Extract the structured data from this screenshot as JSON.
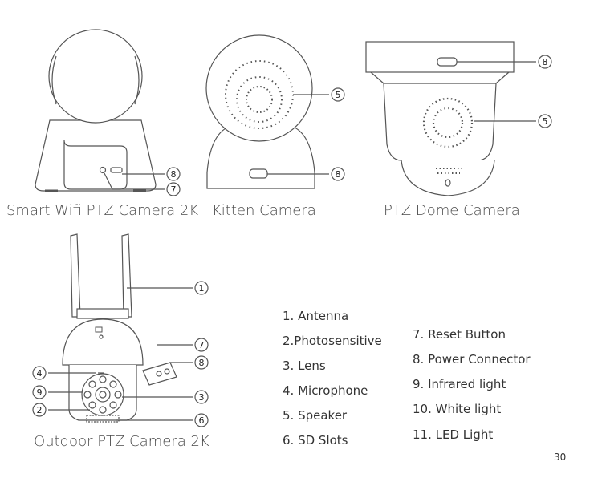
{
  "captions": {
    "smart_wifi": "Smart Wifi PTZ Camera 2K",
    "kitten": "Kitten Camera",
    "ptz_dome": "PTZ Dome Camera",
    "outdoor": "Outdoor PTZ Camera 2K"
  },
  "callouts": {
    "smart_power": "8",
    "smart_reset": "7",
    "kitten_speaker": "5",
    "kitten_power": "8",
    "dome_power": "8",
    "dome_speaker": "5",
    "out_antenna": "1",
    "out_reset": "7",
    "out_power": "8",
    "out_microphone": "4",
    "out_infrared": "9",
    "out_photosensitive": "2",
    "out_lens": "3",
    "out_sd": "6"
  },
  "legend": {
    "col1": [
      "1. Antenna",
      "2.Photosensitive",
      "3. Lens",
      "4. Microphone",
      "5. Speaker",
      "6. SD Slots"
    ],
    "col2": [
      "7. Reset Button",
      "8. Power Connector",
      "9. Infrared light",
      "10. White light",
      "11. LED Light"
    ]
  },
  "page_number": "30"
}
